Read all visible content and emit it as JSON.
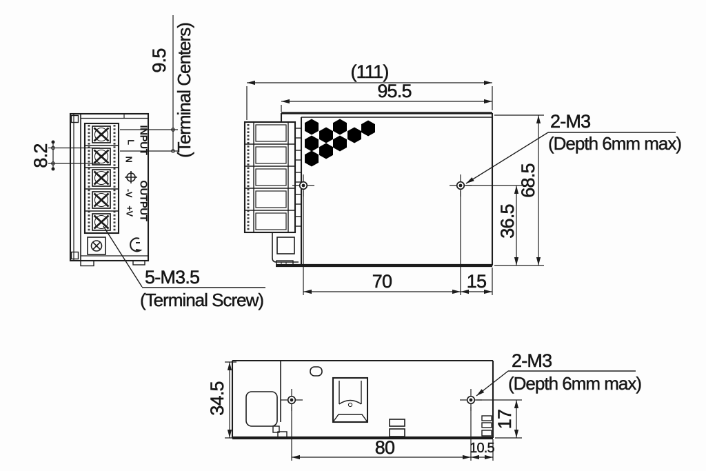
{
  "drawing": {
    "front_view": {
      "dim_terminal_offset": "8.2",
      "dim_terminal_pitch": "9.5",
      "dim_terminal_pitch_note": "(Terminal Centers)",
      "terminal_screw_callout": "5-M3.5",
      "terminal_screw_note": "(Terminal Screw)",
      "port_labels": {
        "input": "INPUT",
        "line": "L",
        "neutral": "N",
        "output": "OUTPUT",
        "v_minus": "-V",
        "v_plus": "+V",
        "ground_icon": "earth-ground"
      }
    },
    "side_view": {
      "dim_overall_length": "(111)",
      "dim_case_length": "95.5",
      "dim_height": "68.5",
      "dim_hole_to_bottom": "36.5",
      "dim_hole_span": "70",
      "dim_hole_to_edge": "15",
      "mounting_hole_callout": "2-M3",
      "mounting_hole_note": "(Depth 6mm max)"
    },
    "bottom_view": {
      "dim_width": "34.5",
      "dim_hole_span": "80",
      "dim_hole_to_edge": "10.5",
      "dim_hole_to_bottom": "17",
      "mounting_hole_callout": "2-M3",
      "mounting_hole_note": "(Depth 6mm max)"
    },
    "colors": {
      "line": "#1c1c1c",
      "background": "#ffffff"
    }
  }
}
